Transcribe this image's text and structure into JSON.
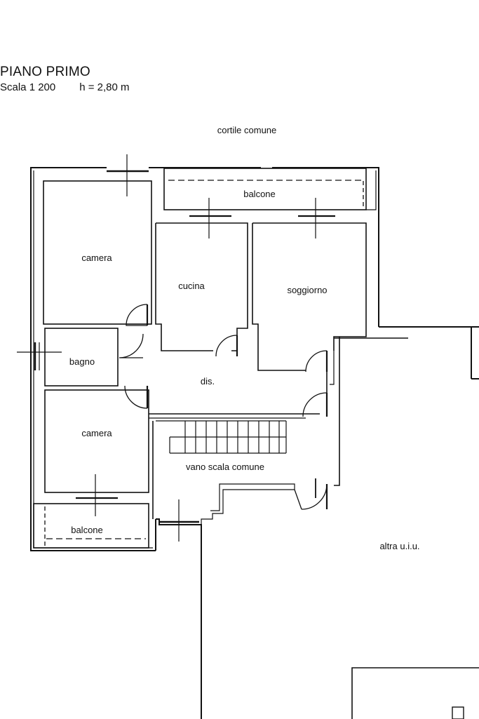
{
  "title": "PIANO PRIMO",
  "scale": "Scala 1 200",
  "height": "h = 2,80 m",
  "labels": {
    "cortile": "cortile comune",
    "balcone_top": "balcone",
    "camera_top": "camera",
    "cucina": "cucina",
    "soggiorno": "soggiorno",
    "bagno": "bagno",
    "dis": "dis.",
    "camera_bottom": "camera",
    "vano_scala": "vano scala comune",
    "balcone_bottom": "balcone",
    "altra_uiu": "altra u.i.u."
  },
  "colors": {
    "ink": "#111111",
    "background": "#ffffff"
  }
}
